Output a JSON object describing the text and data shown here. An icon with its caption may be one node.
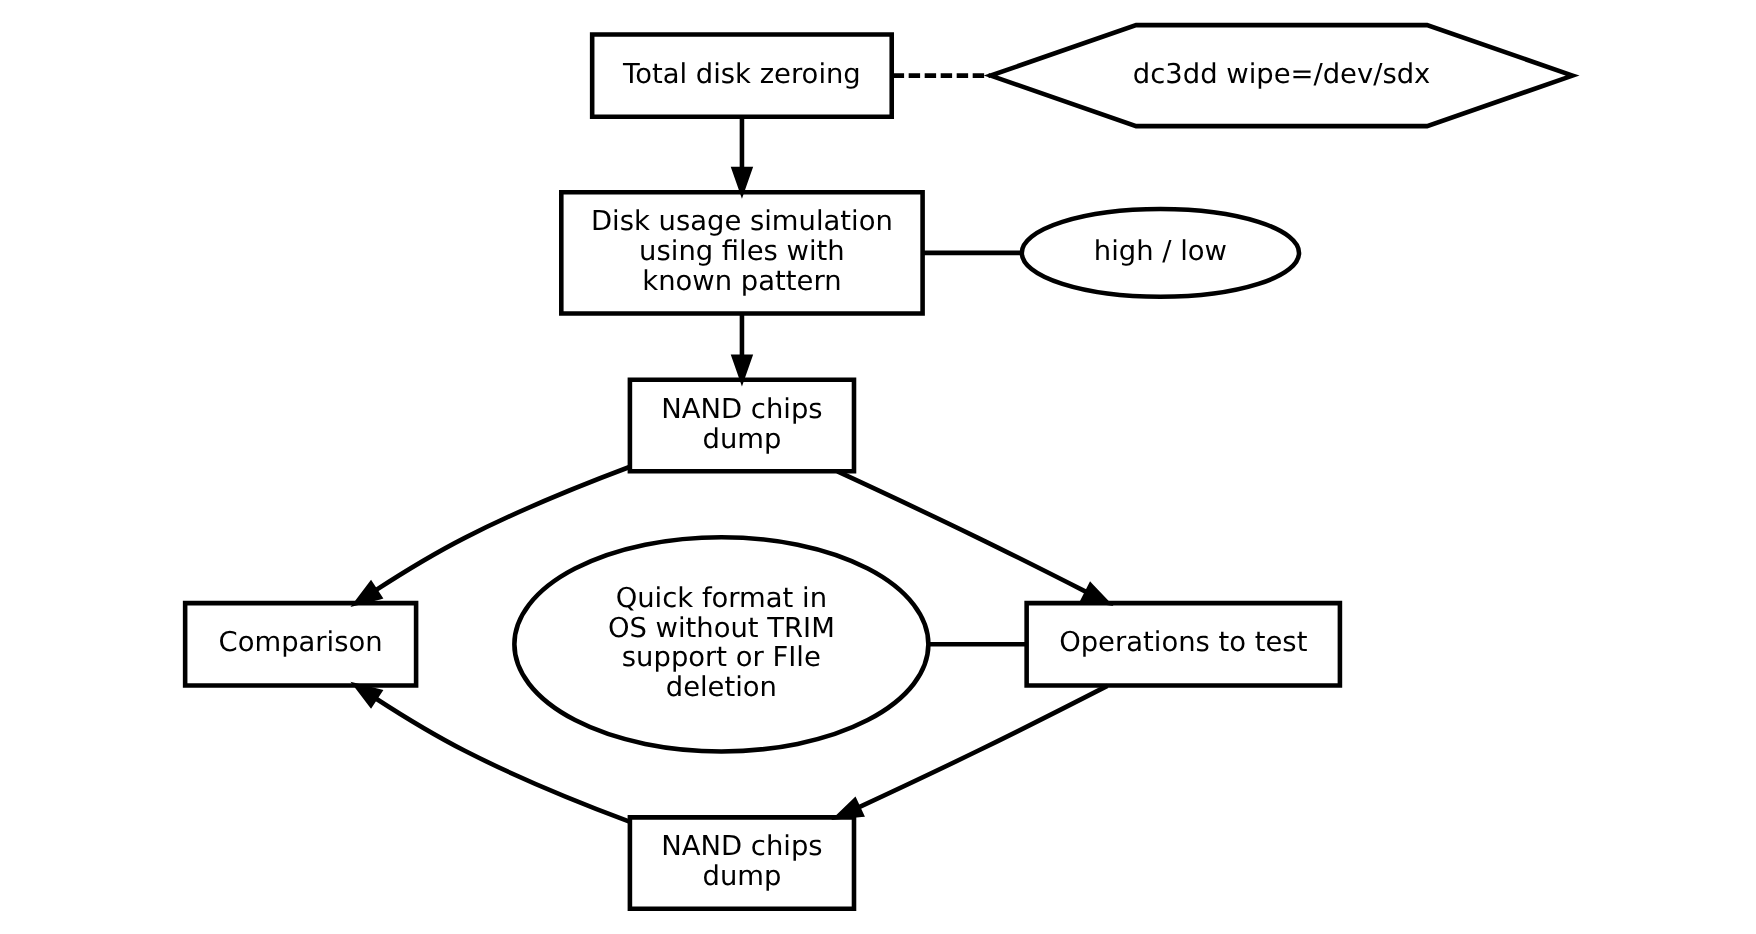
{
  "diagram": {
    "nodes": [
      {
        "text": [
          "Total disk zeroing"
        ]
      },
      {
        "text": [
          "dc3dd wipe=/dev/sdx"
        ]
      },
      {
        "text": [
          "Disk usage simulation using files with known pattern"
        ]
      },
      {
        "text": [
          "high / low"
        ]
      },
      {
        "text": [
          "NAND chips dump"
        ]
      },
      {
        "text": [
          "Operations to test"
        ]
      },
      {
        "text": [
          "Quick format in OS without TRIM support or FIle deletion"
        ]
      },
      {
        "text": [
          "NAND chips dump"
        ]
      },
      {
        "text": [
          "Comparison"
        ]
      }
    ],
    "edges": [
      {
        "from": 0,
        "to": 1,
        "arrow": "none",
        "style": "dashed"
      },
      {
        "from": 0,
        "to": 2,
        "arrow": "to"
      },
      {
        "from": 2,
        "to": 3,
        "arrow": "none"
      },
      {
        "from": 2,
        "to": 4,
        "arrow": "to"
      },
      {
        "from": 4,
        "to": 5,
        "arrow": "to"
      },
      {
        "from": 6,
        "to": 5,
        "arrow": "none"
      },
      {
        "from": 5,
        "to": 7,
        "arrow": "to"
      },
      {
        "from": 4,
        "to": 8,
        "arrow": "to"
      },
      {
        "from": 7,
        "to": 8,
        "arrow": "to"
      }
    ]
  }
}
